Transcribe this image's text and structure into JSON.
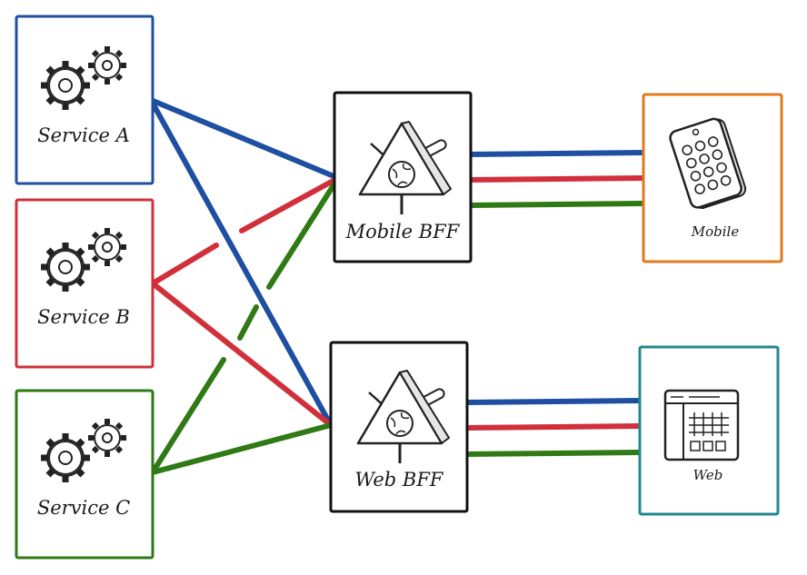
{
  "services": [
    {
      "label": "Service A",
      "color": "#1f4fa0"
    },
    {
      "label": "Service B",
      "color": "#d1303b"
    },
    {
      "label": "Service C",
      "color": "#2f7a14"
    }
  ],
  "bffs": [
    {
      "label": "Mobile BFF",
      "color": "#111111"
    },
    {
      "label": "Web BFF",
      "color": "#111111"
    }
  ],
  "clients": [
    {
      "label": "Mobile",
      "color": "#e07a1f",
      "icon": "mobile-phone-icon"
    },
    {
      "label": "Web",
      "color": "#1f8a8f",
      "icon": "browser-window-icon"
    }
  ],
  "icons": {
    "service": "gears-icon",
    "bff": "api-gateway-triangle-icon"
  }
}
